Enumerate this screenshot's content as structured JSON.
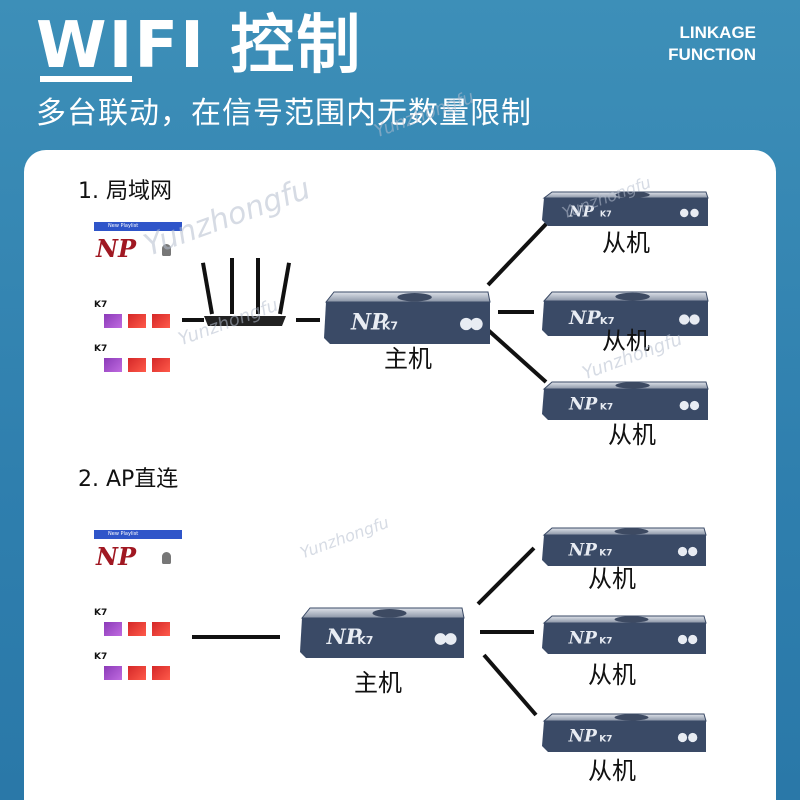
{
  "header": {
    "title": "WIFI 控制",
    "badge_line1": "LINKAGE",
    "badge_line2": "FUNCTION",
    "subtitle": "多台联动，在信号范围内无数量限制"
  },
  "sections": [
    {
      "heading": "1. 局域网",
      "master_label": "主机",
      "slave_labels": [
        "从机",
        "从机",
        "从机"
      ]
    },
    {
      "heading": "2. AP直连",
      "master_label": "主机",
      "slave_labels": [
        "从机",
        "从机",
        "从机"
      ]
    }
  ],
  "phone": {
    "app_bar": "New Playlist",
    "logo": "NP",
    "model": "K7"
  },
  "device": {
    "logo": "NP",
    "model": "K7"
  },
  "watermark": "Yunzhongfu",
  "colors": {
    "bg_top": "#3d8fb8",
    "device_body": "#3a4a66",
    "thumb_a": "#8b3ab8",
    "thumb_b": "#d42828"
  }
}
